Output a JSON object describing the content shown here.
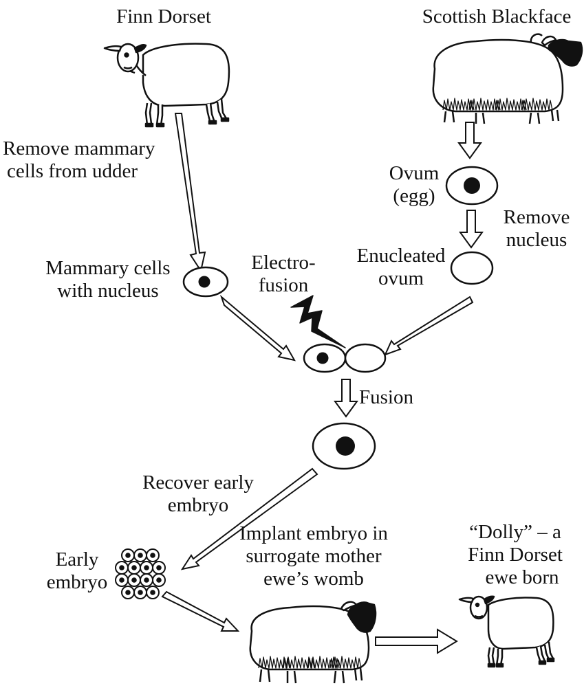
{
  "colors": {
    "ink": "#111111",
    "face": "#000000",
    "background": "#ffffff"
  },
  "labels": {
    "finn_dorset": "Finn Dorset",
    "scottish_blackface": "Scottish Blackface",
    "remove_mammary_1": "Remove mammary",
    "remove_mammary_2": "cells from udder",
    "ovum_1": "Ovum",
    "ovum_2": "(egg)",
    "remove_nucleus_1": "Remove",
    "remove_nucleus_2": "nucleus",
    "mammary_cells_1": "Mammary cells",
    "mammary_cells_2": "with nucleus",
    "electrofusion_1": "Electro-",
    "electrofusion_2": "fusion",
    "enucleated_1": "Enucleated",
    "enucleated_2": "ovum",
    "fusion": "Fusion",
    "recover_1": "Recover early",
    "recover_2": "embryo",
    "early_embryo_1": "Early",
    "early_embryo_2": "embryo",
    "implant_1": "Implant embryo in",
    "implant_2": "surrogate mother",
    "implant_3": "ewe’s womb",
    "dolly_1": "“Dolly” – a",
    "dolly_2": "Finn Dorset",
    "dolly_3": "ewe born"
  },
  "icons": {
    "finn_dorset_sheep": "white-faced-sheep-icon",
    "blackface_sheep": "black-faced-sheep-icon",
    "surrogate_sheep": "black-faced-sheep-icon",
    "dolly_sheep": "white-faced-lamb-icon",
    "electrofusion": "lightning-bolt-icon"
  }
}
